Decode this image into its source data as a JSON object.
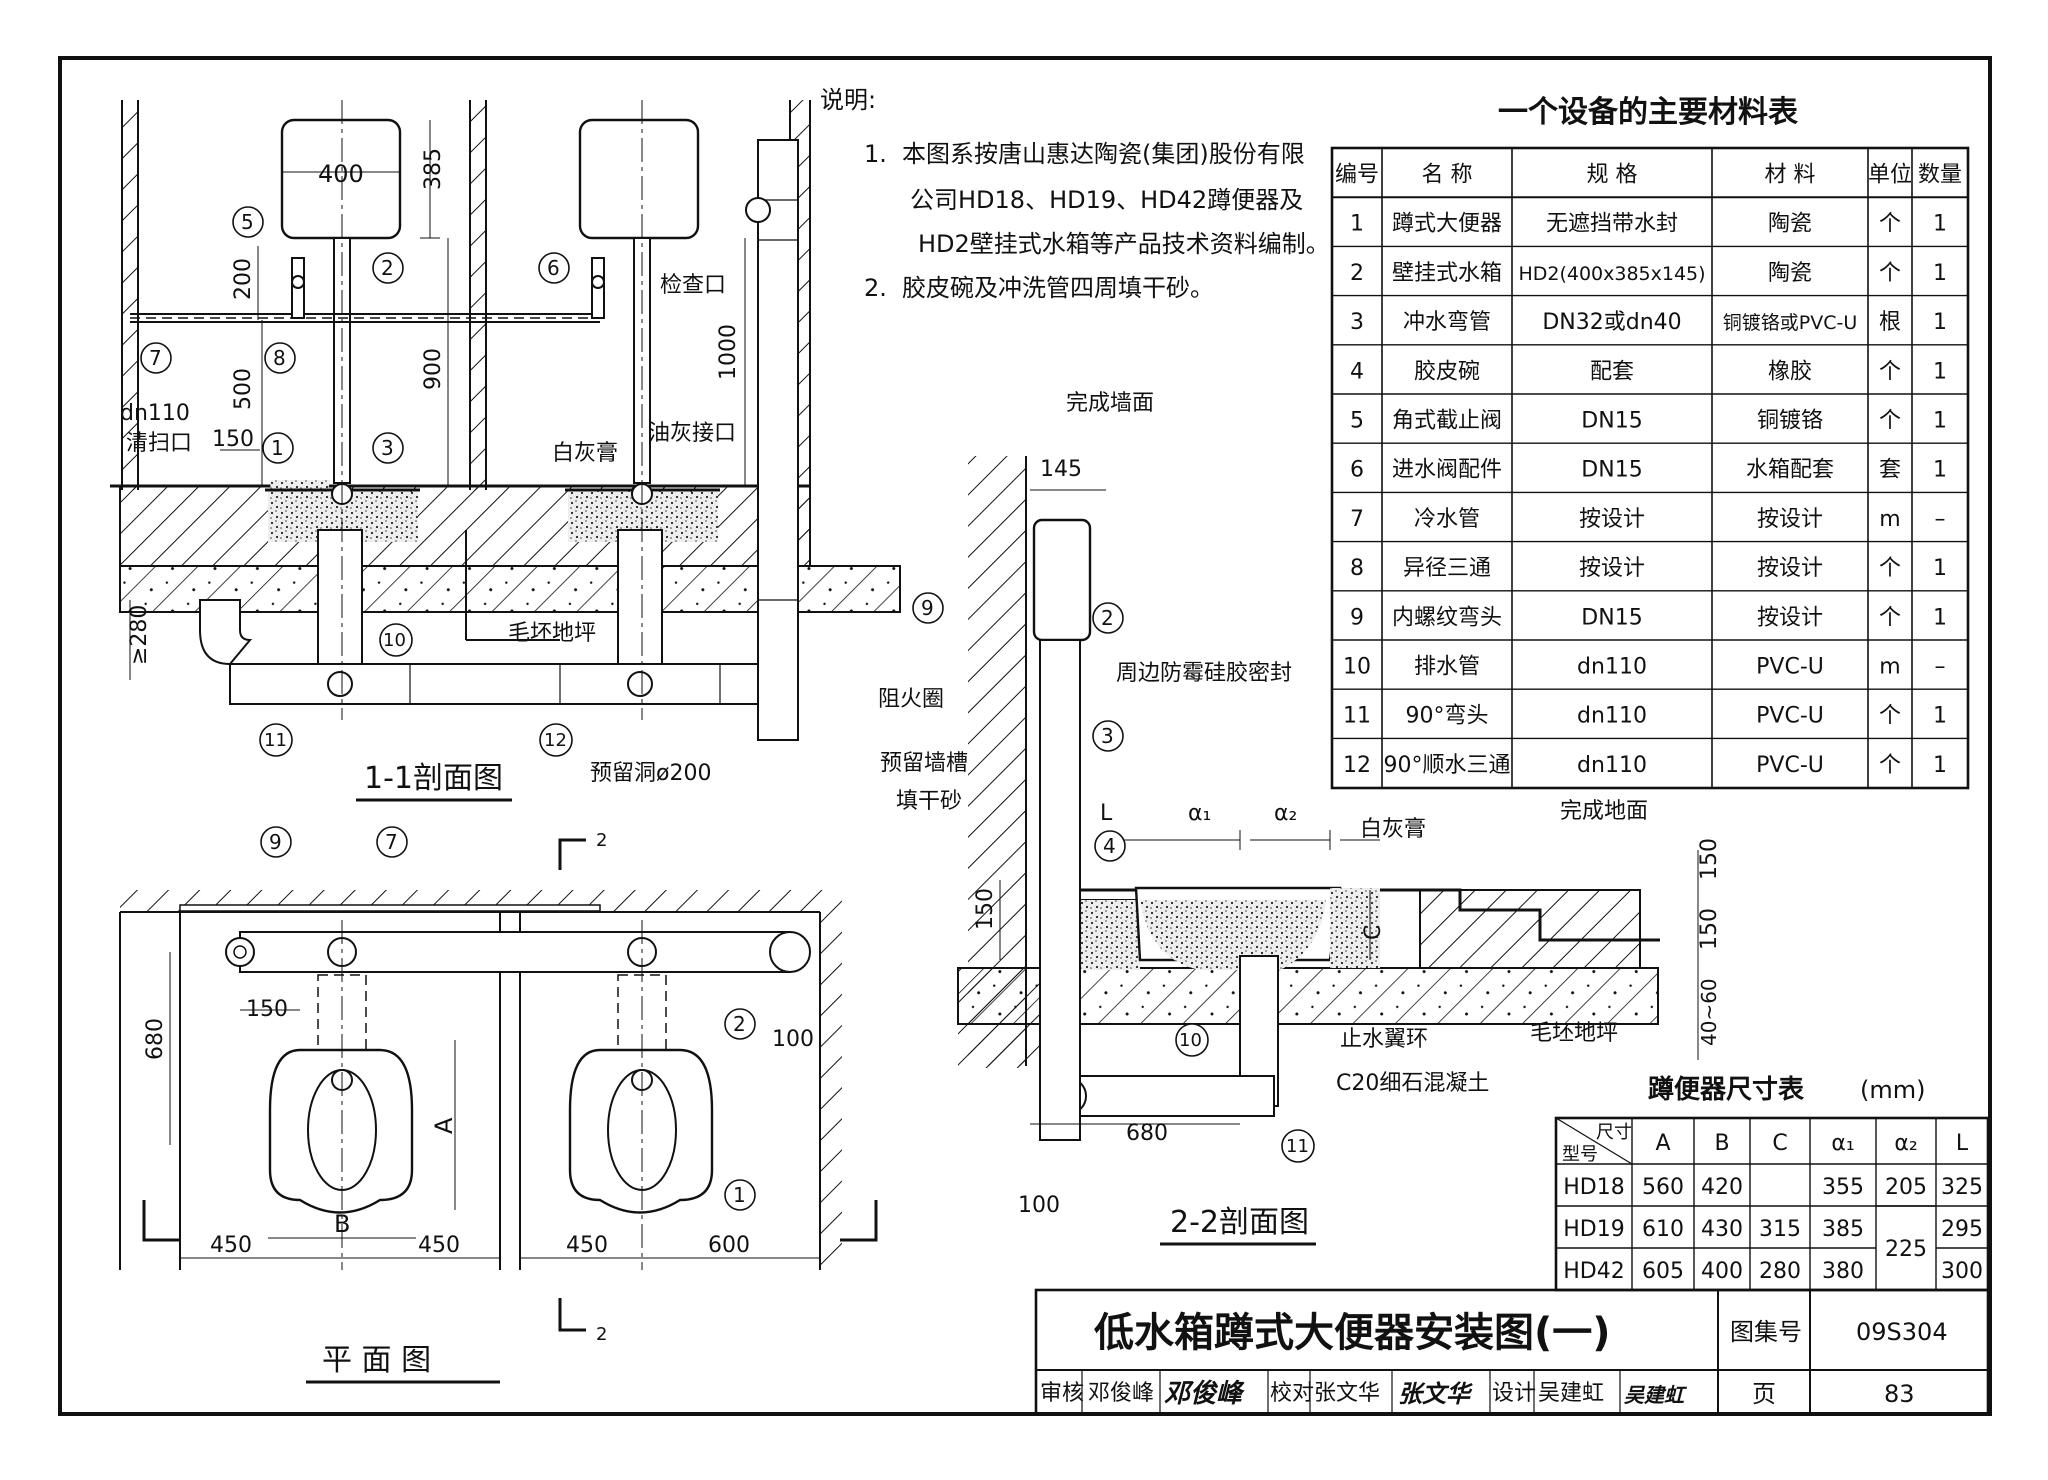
{
  "notes": {
    "heading": "说明:",
    "items": [
      {
        "no": "1.",
        "lines": [
          "本图系按唐山惠达陶瓷(集团)股份有限",
          "公司HD18、HD19、HD42蹲便器及",
          "HD2壁挂式水箱等产品技术资料编制。"
        ]
      },
      {
        "no": "2.",
        "lines": [
          "胶皮碗及冲洗管四周填干砂。"
        ]
      }
    ]
  },
  "materials": {
    "title": "一个设备的主要材料表",
    "headers": [
      "编号",
      "名 称",
      "规 格",
      "材 料",
      "单位",
      "数量"
    ],
    "rows": [
      [
        "1",
        "蹲式大便器",
        "无遮挡带水封",
        "陶瓷",
        "个",
        "1"
      ],
      [
        "2",
        "壁挂式水箱",
        "HD2(400x385x145)",
        "陶瓷",
        "个",
        "1"
      ],
      [
        "3",
        "冲水弯管",
        "DN32或dn40",
        "铜镀铬或PVC-U",
        "根",
        "1"
      ],
      [
        "4",
        "胶皮碗",
        "配套",
        "橡胶",
        "个",
        "1"
      ],
      [
        "5",
        "角式截止阀",
        "DN15",
        "铜镀铬",
        "个",
        "1"
      ],
      [
        "6",
        "进水阀配件",
        "DN15",
        "水箱配套",
        "套",
        "1"
      ],
      [
        "7",
        "冷水管",
        "按设计",
        "按设计",
        "m",
        "–"
      ],
      [
        "8",
        "异径三通",
        "按设计",
        "按设计",
        "个",
        "1"
      ],
      [
        "9",
        "内螺纹弯头",
        "DN15",
        "按设计",
        "个",
        "1"
      ],
      [
        "10",
        "排水管",
        "dn110",
        "PVC-U",
        "m",
        "–"
      ],
      [
        "11",
        "90°弯头",
        "dn110",
        "PVC-U",
        "个",
        "1"
      ],
      [
        "12",
        "90°顺水三通",
        "dn110",
        "PVC-U",
        "个",
        "1"
      ]
    ]
  },
  "sizes": {
    "title": "蹲便器尺寸表",
    "unit": "(mm)",
    "corner_top": "尺寸",
    "corner_bottom": "型号",
    "headers": [
      "A",
      "B",
      "C",
      "α₁",
      "α₂",
      "L"
    ],
    "rows": [
      {
        "model": "HD18",
        "A": "560",
        "B": "420",
        "a1": "355",
        "a2": "205",
        "L": "325"
      },
      {
        "model": "HD19",
        "A": "610",
        "B": "430",
        "a1": "385",
        "L": "295"
      },
      {
        "model": "HD42",
        "A": "605",
        "B": "400",
        "C": "280",
        "a1": "380",
        "L": "300"
      }
    ],
    "c_merged": "315",
    "a2_merged": "225"
  },
  "views": {
    "section11": "1-1剖面图",
    "section22": "2-2剖面图",
    "plan": "平 面 图"
  },
  "labels11": {
    "d400": "400",
    "d385": "385",
    "d200": "200",
    "d500": "500",
    "d900": "900",
    "d1000": "1000",
    "d150": "150",
    "d280": "≥280",
    "dn110": "dn110",
    "cleanout": "清扫口",
    "inspect": "检查口",
    "putty": "白灰膏",
    "oiljoint": "油灰接口",
    "rough": "毛坯地坪",
    "firering": "阻火圈",
    "hole": "预留洞ø200"
  },
  "labels22": {
    "wall": "完成墙面",
    "d145": "145",
    "silicone": "周边防霉硅胶密封",
    "groove": "预留墙槽",
    "drysand": "填干砂",
    "L": "L",
    "a1": "α₁",
    "a2": "α₂",
    "putty": "白灰膏",
    "floor": "完成地面",
    "d150a": "150",
    "d150b": "150",
    "d150c": "150",
    "C": "C",
    "d4060": "40~60",
    "waterstop": "止水翼环",
    "rough": "毛坯地坪",
    "concrete": "C20细石混凝土",
    "d680": "680",
    "d100": "100"
  },
  "labelsPlan": {
    "d680": "680",
    "d150": "150",
    "d100": "100",
    "A": "A",
    "B": "B",
    "d450a": "450",
    "d450b": "450",
    "d450c": "450",
    "d600": "600",
    "cut": "2"
  },
  "callouts": [
    "1",
    "2",
    "3",
    "4",
    "5",
    "6",
    "7",
    "8",
    "9",
    "10",
    "11",
    "12"
  ],
  "titleblock": {
    "title": "低水箱蹲式大便器安装图(一)",
    "atlas_label": "图集号",
    "atlas_no": "09S304",
    "page_label": "页",
    "page_no": "83",
    "review_label": "审核",
    "reviewer": "邓俊峰",
    "reviewer_sig": "邓俊峰",
    "check_label": "校对",
    "checker": "张文华",
    "checker_sig": "张文华",
    "design_label": "设计",
    "designer": "吴建虹",
    "designer_sig": "吴建虹"
  }
}
